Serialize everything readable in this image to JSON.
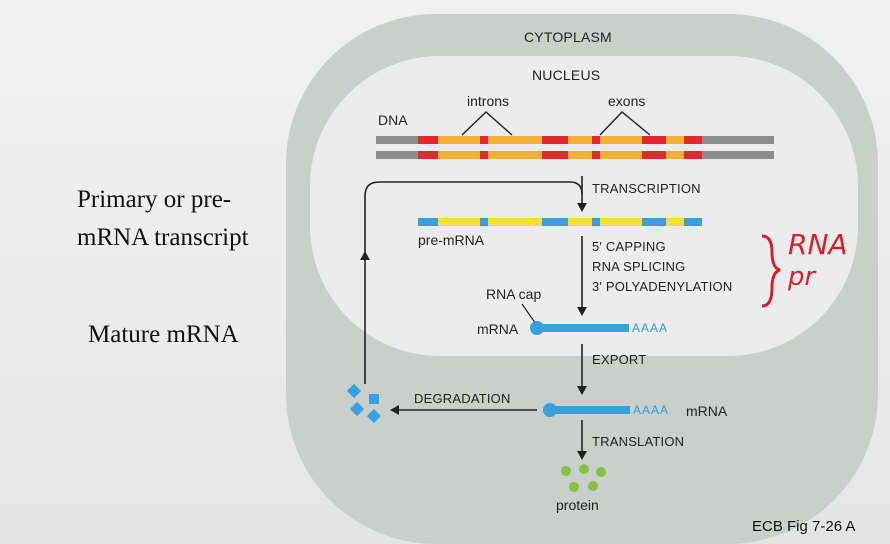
{
  "side_labels": {
    "primary_line1": "Primary or pre-",
    "primary_line2": "mRNA transcript",
    "mature": "Mature mRNA"
  },
  "compartments": {
    "cytoplasm": "CYTOPLASM",
    "nucleus": "NUCLEUS"
  },
  "dna": {
    "label": "DNA",
    "introns_label": "introns",
    "exons_label": "exons"
  },
  "steps": {
    "transcription": "TRANSCRIPTION",
    "capping": "5′ CAPPING",
    "splicing": "RNA SPLICING",
    "polyadenylation": "3′ POLYADENYLATION",
    "export": "EXPORT",
    "degradation": "DEGRADATION",
    "translation": "TRANSLATION"
  },
  "molecules": {
    "pre_mrna": "pre-mRNA",
    "rna_cap": "RNA cap",
    "mrna_nucleus": "mRNA",
    "poly_a": "AAAA",
    "mrna_cytoplasm": "mRNA",
    "protein": "protein"
  },
  "annotation": {
    "line1": "RNA",
    "line2": "pr"
  },
  "caption": "ECB Fig 7-26 A",
  "colors": {
    "cytoplasm_fill": "#c9cfcb",
    "nucleus_fill": "#ececec",
    "exon": "#e02a2f",
    "intron": "#f4ae3a",
    "dna_flank": "#8c8c8c",
    "pre_mrna_exon": "#3aa0dc",
    "pre_mrna_intron": "#f3df38",
    "mrna": "#3aa0dc",
    "protein": "#86c047",
    "annotation": "#d3222a"
  }
}
